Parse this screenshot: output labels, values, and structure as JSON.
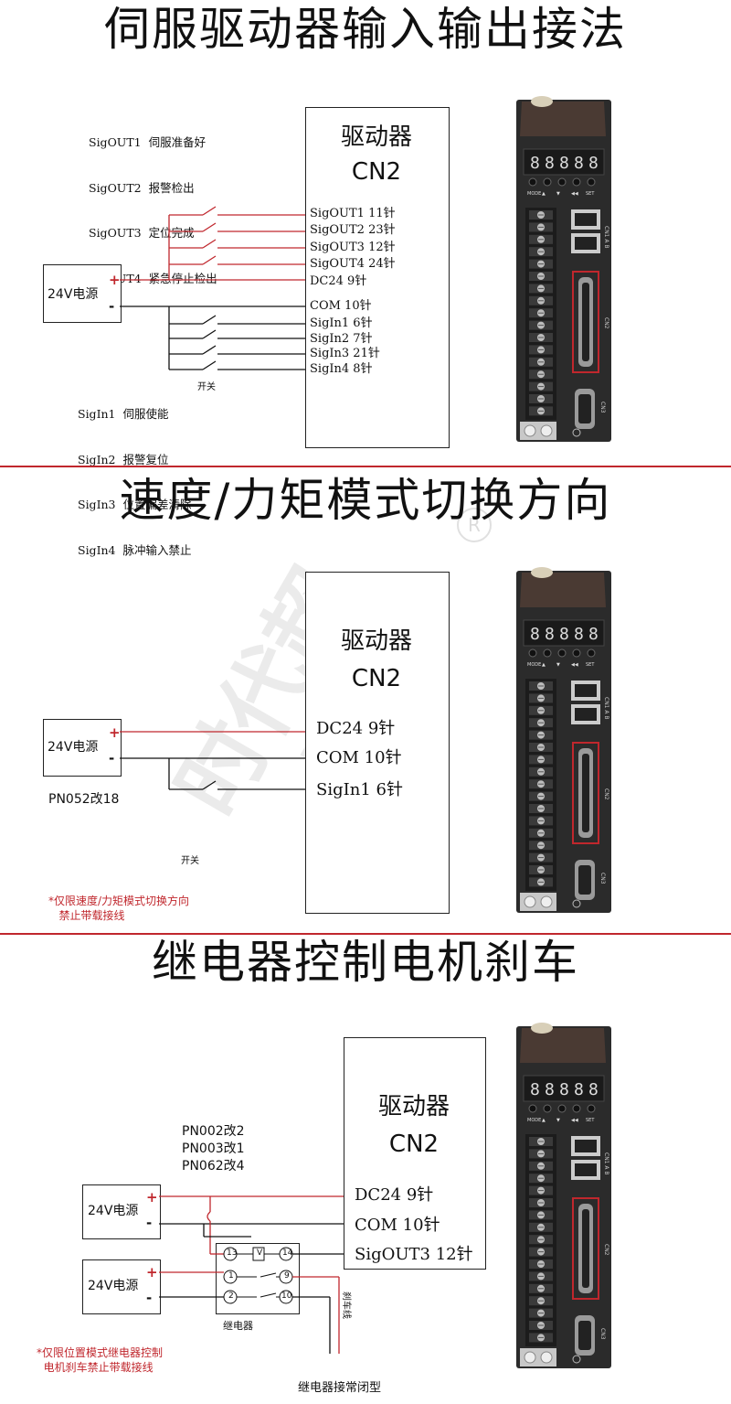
{
  "section1": {
    "title": "伺服驱动器输入输出接法",
    "legend_out": [
      "SigOUT1  伺服准备好",
      "SigOUT2  报警检出",
      "SigOUT3  定位完成",
      "SigOUT4  紧急停止检出"
    ],
    "legend_in": [
      "SigIn1  伺服使能",
      "SigIn2  报警复位",
      "SigIn3  位置偏差清除",
      "SigIn4  脉冲输入禁止"
    ],
    "switch_label": "开关",
    "driver_title_1": "驱动器",
    "driver_title_2": "CN2",
    "pins": [
      "SigOUT1  11针",
      "SigOUT2  23针",
      "SigOUT3  12针",
      "SigOUT4  24针",
      "DC24  9针",
      "COM  10针",
      "SigIn1  6针",
      "SigIn2  7针",
      "SigIn3  21针",
      "SigIn4  8针"
    ],
    "power_label": "24V电源",
    "plus": "+",
    "minus": "-"
  },
  "section2": {
    "title": "速度/力矩模式切换方向",
    "driver_title_1": "驱动器",
    "driver_title_2": "CN2",
    "pins": [
      "DC24  9针",
      "COM  10针",
      "SigIn1 6针"
    ],
    "power_label": "24V电源",
    "param": "PN052改18",
    "switch_label": "开关",
    "note": "*仅限速度/力矩模式切换方向\n   禁止带载接线",
    "plus": "+",
    "minus": "-"
  },
  "section3": {
    "title": "继电器控制电机刹车",
    "driver_title_1": "驱动器",
    "driver_title_2": "CN2",
    "pins": [
      "DC24  9针",
      "COM  10针",
      "SigOUT3 12针"
    ],
    "params": [
      "PN002改2",
      "PN003改1",
      "PN062改4"
    ],
    "power_label_1": "24V电源",
    "power_label_2": "24V电源",
    "relay_label": "继电器",
    "relay_pins": [
      "13",
      "14",
      "1",
      "9",
      "2",
      "10"
    ],
    "relay_coil": "V",
    "brake_label": "刹车线",
    "note": "*仅限位置模式继电器控制\n  电机刹车禁止带载接线",
    "bottom_note": "继电器接常闭型",
    "plus": "+",
    "minus": "-"
  },
  "device": {
    "buttons": [
      "MODE",
      "▲",
      "▼",
      "◀◀",
      "SET"
    ],
    "port_labels": [
      "CN1 A B",
      "CN2",
      "CN3"
    ]
  },
  "watermark": "时代超群",
  "colors": {
    "accent": "#c0272d",
    "device_body": "#2b2b2b",
    "device_dark": "#1a1a1a"
  }
}
